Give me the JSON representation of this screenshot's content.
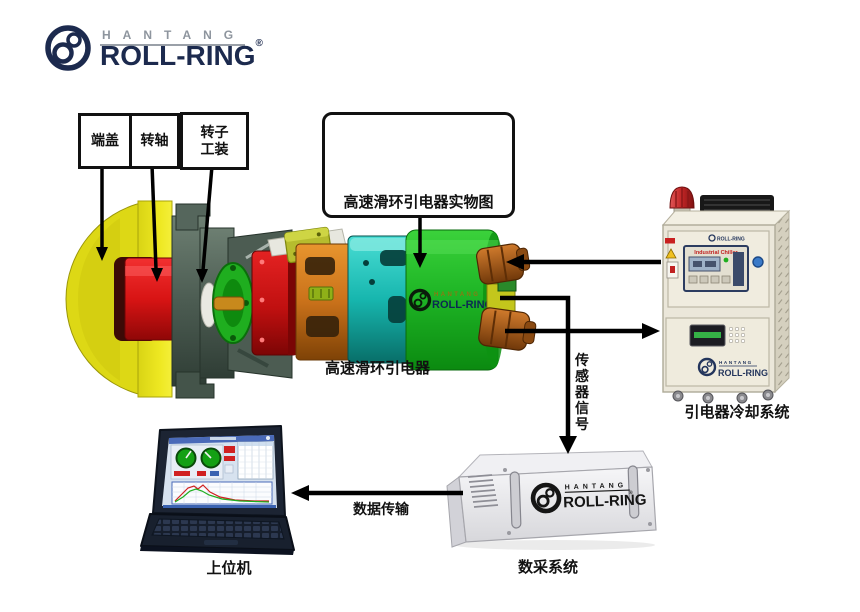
{
  "brand": {
    "hantang": "HANTANG",
    "rollring": "ROLL-RING",
    "registered": "®"
  },
  "callouts": {
    "end_cover": "端盖",
    "shaft": "转轴",
    "rotor_tooling_line1": "转子",
    "rotor_tooling_line2": "工装"
  },
  "photo_box": {
    "caption": "高速滑环引电器实物图"
  },
  "assembly": {
    "label": "高速滑环引电器"
  },
  "devices": {
    "cooling": {
      "label": "引电器冷却系统",
      "panel_title": "Industrial Chiller"
    },
    "daq": {
      "label": "数采系统"
    },
    "host_pc": {
      "label": "上位机"
    }
  },
  "flows": {
    "sensor_signal": "传感器信号",
    "data_transfer": "数据传输"
  },
  "colors": {
    "brand_navy": "#1c2a4e",
    "slipring_green": "#22b32a",
    "accent_red": "#d81f1f",
    "arrow_black": "#000000"
  }
}
